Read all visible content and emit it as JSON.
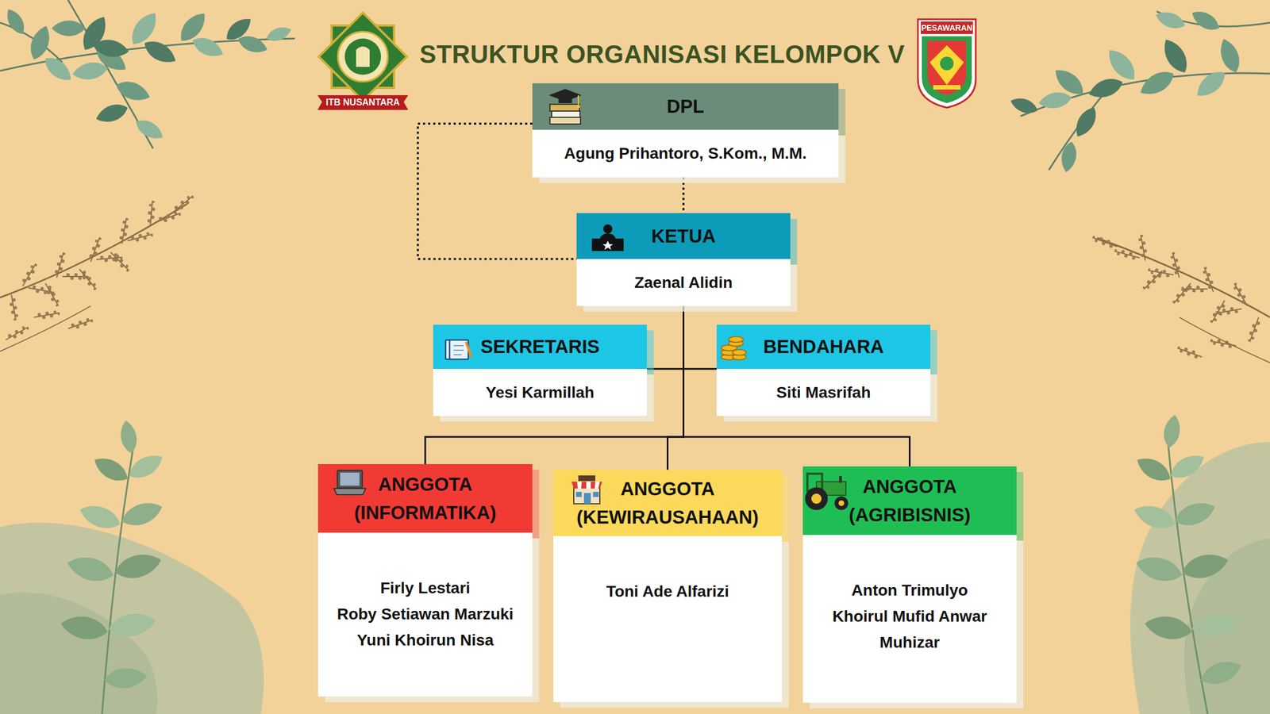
{
  "diagram": {
    "title": "STRUKTUR ORGANISASI KELOMPOK V",
    "nodes": [
      {
        "text": [
          "DPL",
          "Agung Prihantoro, S.Kom., M.M."
        ]
      },
      {
        "text": [
          "KETUA",
          "Zaenal Alidin"
        ]
      },
      {
        "text": [
          "SEKRETARIS",
          "Yesi Karmillah"
        ]
      },
      {
        "text": [
          "BENDAHARA",
          "Siti Masrifah"
        ]
      },
      {
        "text": [
          "ANGGOTA (INFORMATIKA)",
          "Firly Lestari",
          "Roby Setiawan Marzuki",
          "Yuni Khoirun Nisa"
        ]
      },
      {
        "text": [
          "ANGGOTA (KEWIRAUSAHAAN)",
          "Toni Ade Alfarizi"
        ]
      },
      {
        "text": [
          "ANGGOTA (AGRIBISNIS)",
          "Anton Trimulyo",
          "Khoirul Mufid Anwar",
          "Muhizar"
        ]
      }
    ],
    "edges": [
      {
        "from": 0,
        "to": 1,
        "arrow": "none"
      },
      {
        "from": 0,
        "to": 1,
        "arrow": "none"
      },
      {
        "from": 1,
        "to": 2,
        "arrow": "none"
      },
      {
        "from": 1,
        "to": 3,
        "arrow": "none"
      },
      {
        "from": 1,
        "to": 4,
        "arrow": "none"
      },
      {
        "from": 1,
        "to": 5,
        "arrow": "none"
      },
      {
        "from": 1,
        "to": 6,
        "arrow": "none"
      }
    ],
    "labels": [
      "ITB NUSANTARA",
      "PESAWARAN"
    ]
  }
}
